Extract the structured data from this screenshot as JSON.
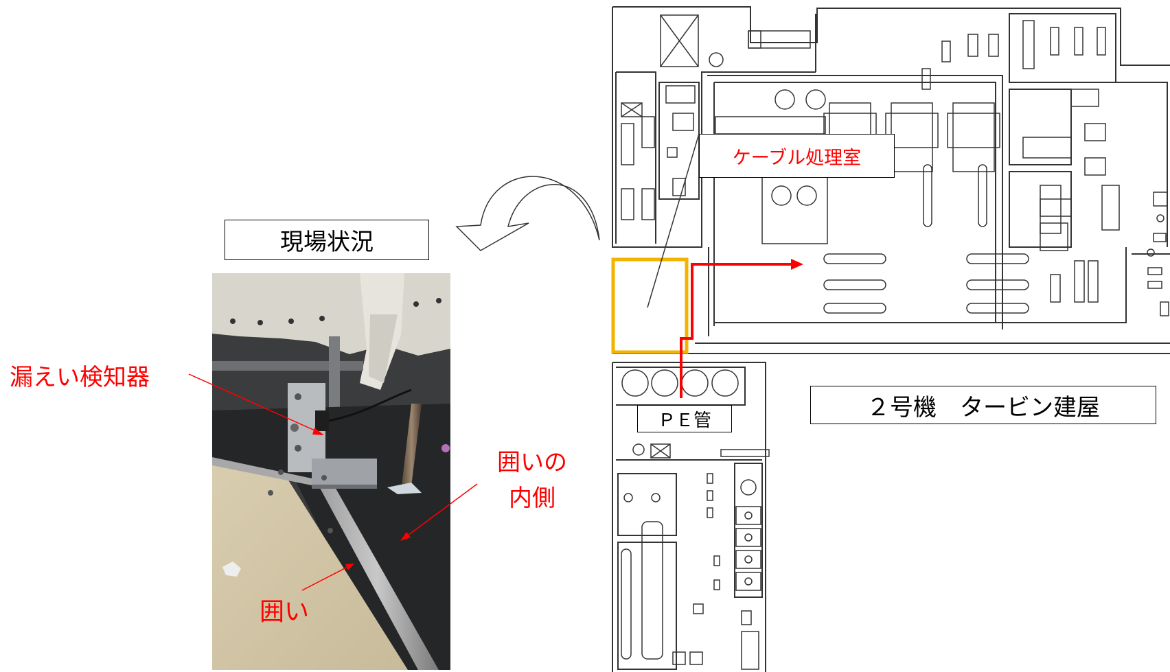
{
  "labels": {
    "site_condition": "現場状況",
    "cable_room": "ケーブル処理室",
    "pe_pipe": "ＰＥ管",
    "building": "２号機　タービン建屋",
    "leak_detector": "漏えい検知器",
    "enclosure_inside_line1": "囲いの",
    "enclosure_inside_line2": "内側",
    "enclosure": "囲い"
  },
  "colors": {
    "annotation": "#ff0000",
    "highlight_room": "#f2b400",
    "drawing_line": "#333333"
  }
}
